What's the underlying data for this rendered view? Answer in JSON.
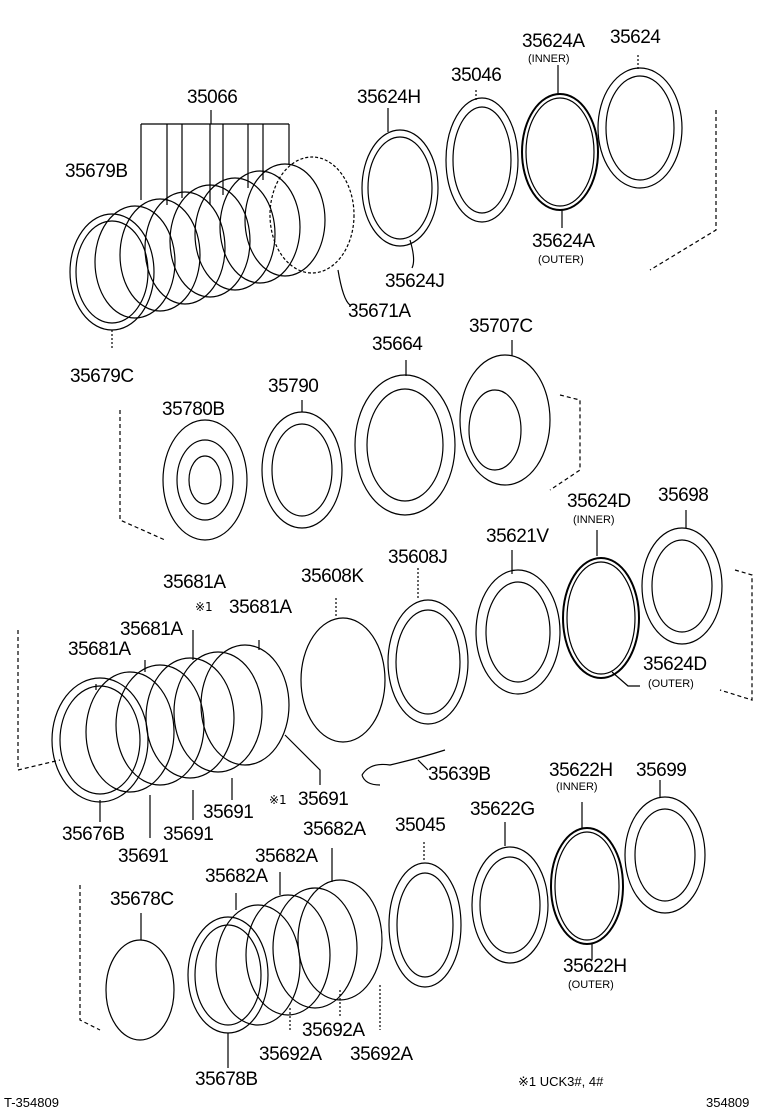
{
  "diagram": {
    "title": "Automatic transmission clutch/brake parts exploded view",
    "line_color": "#000000",
    "background": "#ffffff",
    "labels": {
      "p35066": "35066",
      "p35679B": "35679B",
      "p35679C": "35679C",
      "p35671A": "35671A",
      "p35624H": "35624H",
      "p35624J": "35624J",
      "p35046": "35046",
      "p35624A_inner": "35624A",
      "p35624A_outer": "35624A",
      "p35624": "35624",
      "p35664": "35664",
      "p35707C": "35707C",
      "p35780B": "35780B",
      "p35790": "35790",
      "p35681A_1": "35681A",
      "p35681A_2": "35681A",
      "p35681A_3": "35681A",
      "p35681A_4": "35681A",
      "p35608K": "35608K",
      "p35608J": "35608J",
      "p35621V": "35621V",
      "p35624D_inner": "35624D",
      "p35624D_outer": "35624D",
      "p35698": "35698",
      "p35639B": "35639B",
      "p35691_1": "35691",
      "p35691_2": "35691",
      "p35691_3": "35691",
      "p35691_4": "35691",
      "p35676B": "35676B",
      "p35682A_1": "35682A",
      "p35682A_2": "35682A",
      "p35682A_3": "35682A",
      "p35045": "35045",
      "p35622G": "35622G",
      "p35622H_inner": "35622H",
      "p35622H_outer": "35622H",
      "p35699": "35699",
      "p35678C": "35678C",
      "p35678B": "35678B",
      "p35692A_1": "35692A",
      "p35692A_2": "35692A",
      "p35692A_3": "35692A"
    },
    "qualifiers": {
      "inner": "(INNER)",
      "outer": "(OUTER)"
    },
    "note_marks": {
      "mark1": "※1",
      "mark2": "※1"
    },
    "footnote": "※1  UCK3#, 4#",
    "footer": {
      "left_code": "T-354809",
      "right_code": "354809"
    }
  }
}
